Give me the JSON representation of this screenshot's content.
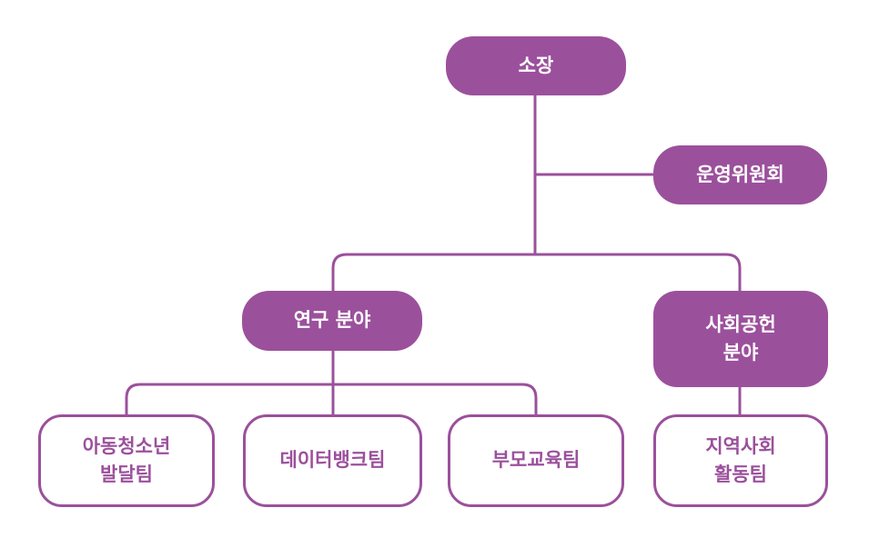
{
  "colors": {
    "accent": "#9B509C",
    "background": "#ffffff"
  },
  "org": {
    "director": "소장",
    "committee": "운영위원회",
    "research": "연구 분야",
    "social": "사회공헌\n분야",
    "team_child": "아동청소년\n발달팀",
    "team_data": "데이터뱅크팀",
    "team_parent": "부모교육팀",
    "team_community": "지역사회\n활동팀"
  }
}
